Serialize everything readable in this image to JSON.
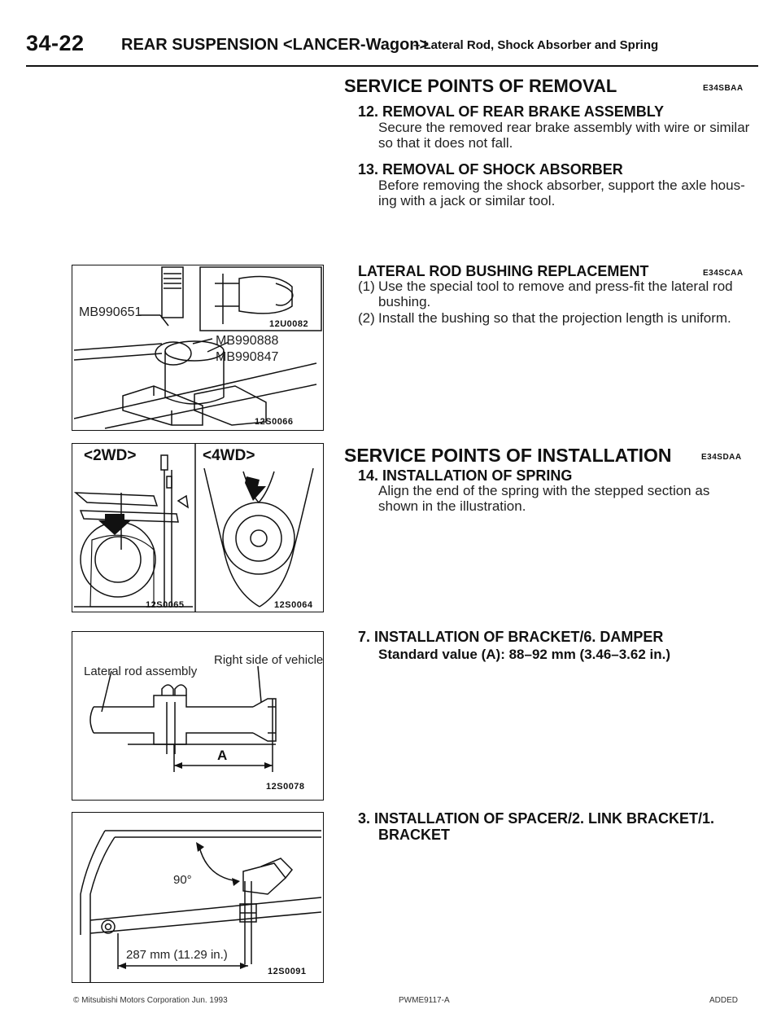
{
  "header": {
    "page_number": "34-22",
    "title": "REAR SUSPENSION <LANCER-Wagon>",
    "subtitle": "– Lateral Rod, Shock Absorber and Spring"
  },
  "removal": {
    "heading": "SERVICE POINTS OF REMOVAL",
    "code": "E34SBAA",
    "items": [
      {
        "title": "12. REMOVAL OF REAR BRAKE ASSEMBLY",
        "lines": [
          "Secure the removed rear brake assembly with wire or similar",
          "so that it does not fall."
        ]
      },
      {
        "title": "13. REMOVAL OF SHOCK ABSORBER",
        "lines": [
          "Before removing the shock absorber, support the axle hous-",
          "ing with a jack or similar tool."
        ]
      }
    ]
  },
  "bushing": {
    "heading": "LATERAL ROD BUSHING REPLACEMENT",
    "code": "E34SCAA",
    "steps": [
      {
        "num": "(1)",
        "lines": [
          "Use the special tool to remove and press-fit the lateral rod",
          "bushing."
        ]
      },
      {
        "num": "(2)",
        "lines": [
          "Install the bushing so that the projection length is uniform."
        ]
      }
    ]
  },
  "installation": {
    "heading": "SERVICE POINTS OF INSTALLATION",
    "code": "E34SDAA",
    "spring": {
      "title": "14. INSTALLATION OF SPRING",
      "lines": [
        "Align the end of the spring with the stepped section as",
        "shown in the illustration."
      ]
    },
    "bracket": {
      "title": "7.  INSTALLATION OF BRACKET/6. DAMPER",
      "value": "Standard value (A): 88–92 mm (3.46–3.62 in.)"
    },
    "spacer": {
      "title_line1": "3.  INSTALLATION   OF   SPACER/2.   LINK   BRACKET/1.",
      "title_line2": "BRACKET"
    }
  },
  "figures": {
    "fig1": {
      "tool1": "MB990651",
      "tool2": "MB990888",
      "tool3": "MB990847",
      "inset_code": "12U0082",
      "code": "12S0066"
    },
    "fig2": {
      "left_label": "<2WD>",
      "right_label": "<4WD>",
      "code_left": "12S0065",
      "code_right": "12S0064"
    },
    "fig3": {
      "label_left": "Lateral rod assembly",
      "label_right": "Right side of vehicle",
      "dim_label": "A",
      "code": "12S0078"
    },
    "fig4": {
      "angle": "90°",
      "dimension": "287 mm (11.29 in.)",
      "code": "12S0091"
    }
  },
  "footer": {
    "left": "© Mitsubishi Motors Corporation   Jun. 1993",
    "center": "PWME9117-A",
    "right": "ADDED"
  }
}
